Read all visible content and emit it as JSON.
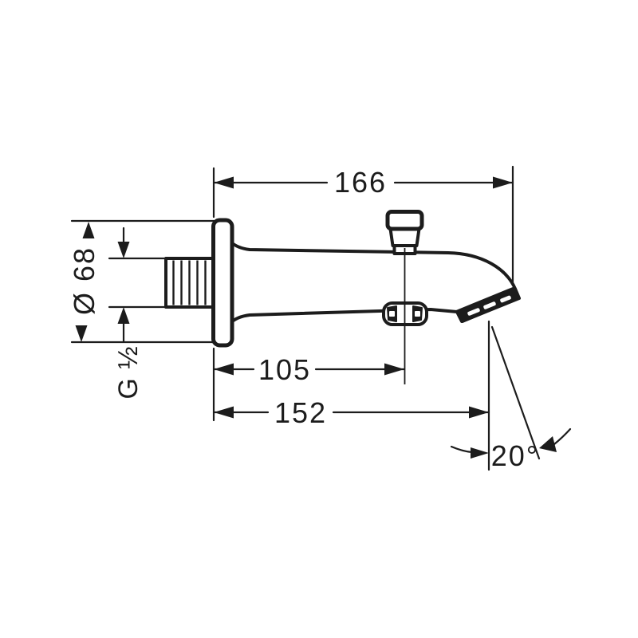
{
  "drawing": {
    "dimensions": {
      "overall_length": "166",
      "diverter_offset": "105",
      "spout_length": "152",
      "flange_diameter": "Ø 68",
      "thread_size": "G ½",
      "spout_angle": "20°"
    },
    "colors": {
      "line": "#1c1c1c",
      "background": "#ffffff"
    }
  }
}
